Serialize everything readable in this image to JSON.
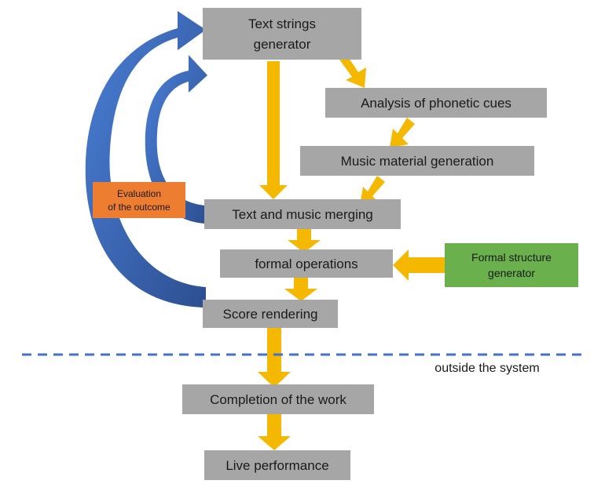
{
  "diagram": {
    "nodes": {
      "text_strings": [
        "Text strings",
        "generator"
      ],
      "phonetic": "Analysis of phonetic cues",
      "music_material": "Music material generation",
      "merging": "Text and music merging",
      "formal_ops": "formal operations",
      "score_rendering": "Score rendering",
      "completion": "Completion of the work",
      "live": "Live performance",
      "evaluation": [
        "Evaluation",
        "of the outcome"
      ],
      "formal_structure": [
        "Formal structure",
        "generator"
      ]
    },
    "boundary_label": "outside the system",
    "colors": {
      "box": "#a6a6a6",
      "arrow_yellow": "#f5b800",
      "arrow_blue": "#3a66b8",
      "evaluation_box": "#ed7d31",
      "formal_structure_box": "#6ab04c",
      "dashed_line": "#4472c4"
    }
  }
}
